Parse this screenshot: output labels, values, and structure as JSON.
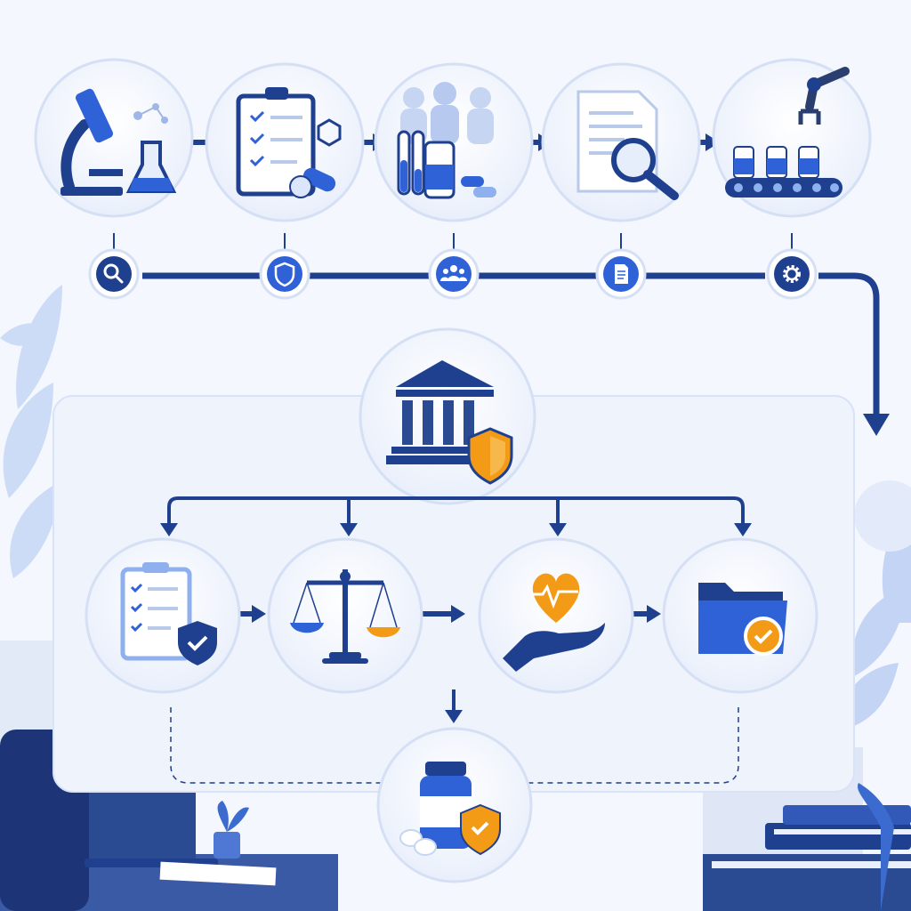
{
  "colors": {
    "navy": "#1f3f8f",
    "blue": "#2f62d6",
    "light_blue": "#8fb0ee",
    "pale": "#dbe6fb",
    "orange": "#f39b16",
    "background": "#f4f7fd"
  },
  "pipeline_top": {
    "stages": [
      {
        "id": "research",
        "icon": "microscope-flask-icon",
        "marker_icon": "magnifier-icon"
      },
      {
        "id": "preclinical",
        "icon": "clipboard-molecule-pills-icon",
        "marker_icon": "shield-icon"
      },
      {
        "id": "clinical-trials",
        "icon": "test-tubes-people-icon",
        "marker_icon": "people-icon"
      },
      {
        "id": "documentation-review",
        "icon": "document-magnifier-icon",
        "marker_icon": "document-icon"
      },
      {
        "id": "manufacturing",
        "icon": "robot-arm-conveyor-icon",
        "marker_icon": "gear-icon"
      }
    ]
  },
  "regulator": {
    "icon": "government-building-shield-icon"
  },
  "pipeline_bottom": {
    "stages": [
      {
        "id": "compliance-checklist",
        "icon": "clipboard-shield-icon"
      },
      {
        "id": "risk-benefit",
        "icon": "balance-scale-icon"
      },
      {
        "id": "patient-safety",
        "icon": "heart-hand-icon"
      },
      {
        "id": "approval-dossier",
        "icon": "folder-check-icon"
      }
    ]
  },
  "outcome": {
    "icon": "medicine-bottle-shield-icon"
  }
}
